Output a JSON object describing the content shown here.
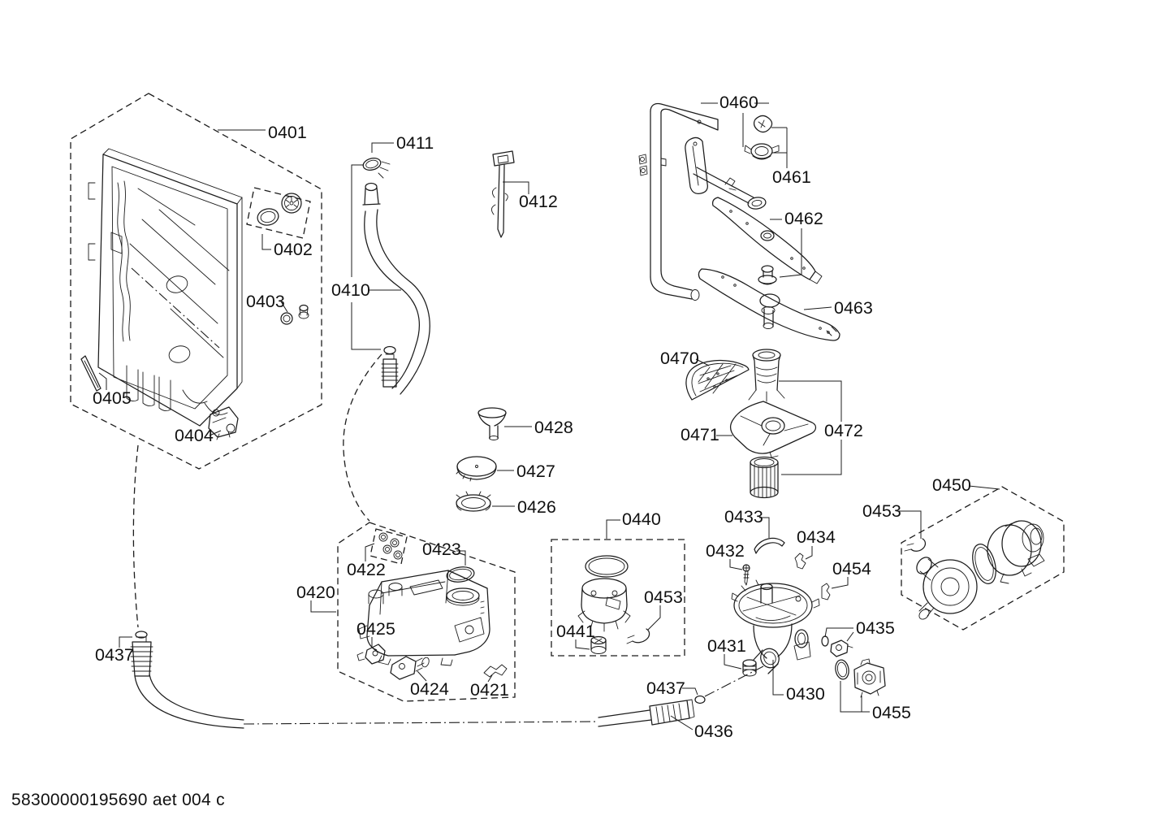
{
  "colors": {
    "background": "#ffffff",
    "line": "#1c1c1c"
  },
  "footer": {
    "document_code": "58300000195690 aet 004 c"
  },
  "labels": {
    "l0401": "0401",
    "l0402": "0402",
    "l0403": "0403",
    "l0404": "0404",
    "l0405": "0405",
    "l0410": "0410",
    "l0411": "0411",
    "l0412": "0412",
    "l0420": "0420",
    "l0421": "0421",
    "l0422": "0422",
    "l0423": "0423",
    "l0424": "0424",
    "l0425": "0425",
    "l0426": "0426",
    "l0427": "0427",
    "l0428": "0428",
    "l0430": "0430",
    "l0431": "0431",
    "l0432": "0432",
    "l0433": "0433",
    "l0434": "0434",
    "l0435": "0435",
    "l0436": "0436",
    "l0437a": "0437",
    "l0437b": "0437",
    "l0440": "0440",
    "l0441": "0441",
    "l0450": "0450",
    "l0453a": "0453",
    "l0453b": "0453",
    "l0454": "0454",
    "l0455": "0455",
    "l0460": "0460",
    "l0461": "0461",
    "l0462": "0462",
    "l0463": "0463",
    "l0470": "0470",
    "l0471": "0471",
    "l0472": "0472"
  }
}
